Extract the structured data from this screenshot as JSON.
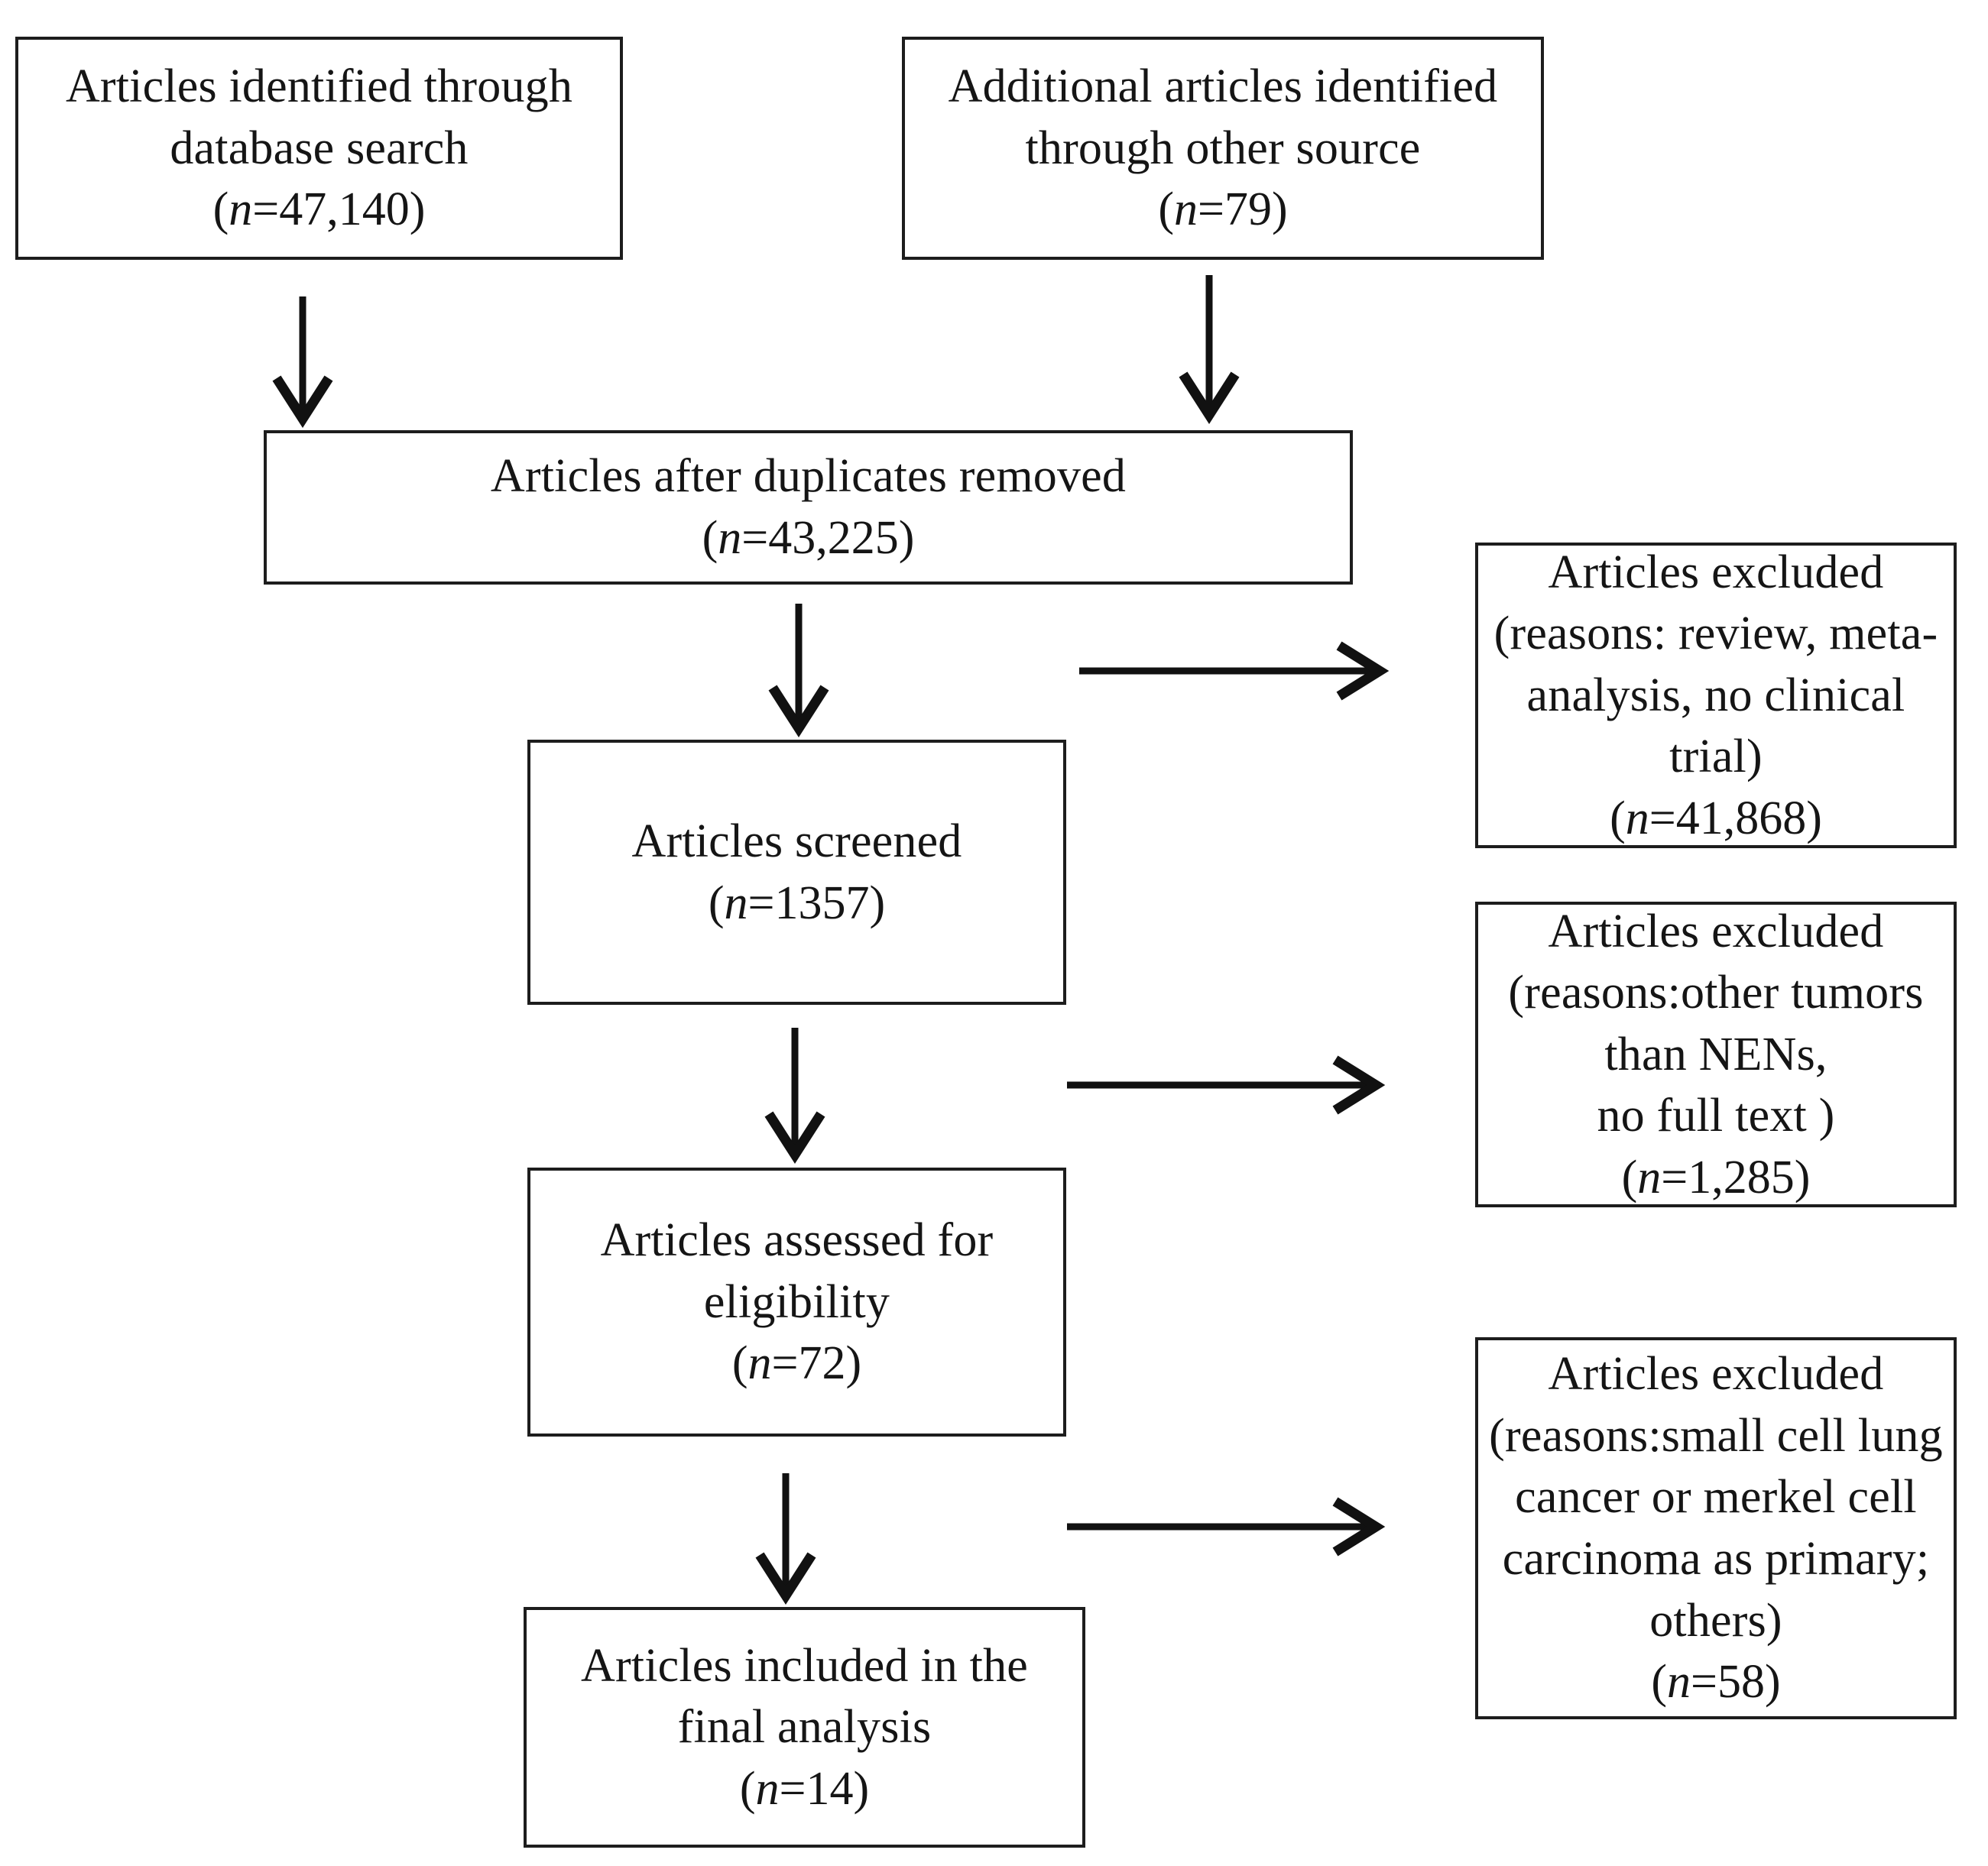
{
  "diagram": {
    "type": "prisma-flow-diagram",
    "title": "",
    "boxes": [
      {
        "id": "identified-database",
        "label": "Articles identified through\ndatabase search",
        "n_prefix": "(",
        "n_var": "n",
        "n_value": "=47,140)",
        "count": 47140
      },
      {
        "id": "identified-other-source",
        "label": "Additional articles identified\nthrough other source",
        "n_prefix": "(",
        "n_var": "n",
        "n_value": "=79)",
        "count": 79
      },
      {
        "id": "duplicates-removed",
        "label": "Articles after duplicates removed",
        "n_prefix": "(",
        "n_var": "n",
        "n_value": "=43,225)",
        "count": 43225
      },
      {
        "id": "screened",
        "label": "Articles screened",
        "n_prefix": "(",
        "n_var": "n",
        "n_value": "=1357)",
        "count": 1357
      },
      {
        "id": "assessed-eligibility",
        "label": "Articles assessed for\neligibility",
        "n_prefix": "(",
        "n_var": "n",
        "n_value": "=72)",
        "count": 72
      },
      {
        "id": "included-final-analysis",
        "label": "Articles included in the\nfinal analysis",
        "n_prefix": "(",
        "n_var": "n",
        "n_value": "=14)",
        "count": 14
      },
      {
        "id": "excluded-screening",
        "label": "Articles excluded\n(reasons: review, meta-\nanalysis, no clinical\ntrial)",
        "n_prefix": "(",
        "n_var": "n",
        "n_value": "=41,868)",
        "count": 41868
      },
      {
        "id": "excluded-other-tumors",
        "label": "Articles excluded\n(reasons:other tumors\nthan NENs,\nno full text )",
        "n_prefix": "(",
        "n_var": "n",
        "n_value": "=1,285)",
        "count": 1285
      },
      {
        "id": "excluded-sclc-merkel",
        "label": "Articles excluded\n(reasons:small cell lung\ncancer or merkel cell\ncarcinoma as primary;\nothers)",
        "n_prefix": "(",
        "n_var": "n",
        "n_value": "=58)",
        "count": 58
      }
    ],
    "colors": {
      "box_border": "#1d1d1d",
      "text": "#151515",
      "arrow": "#111111",
      "background": "#ffffff"
    }
  }
}
